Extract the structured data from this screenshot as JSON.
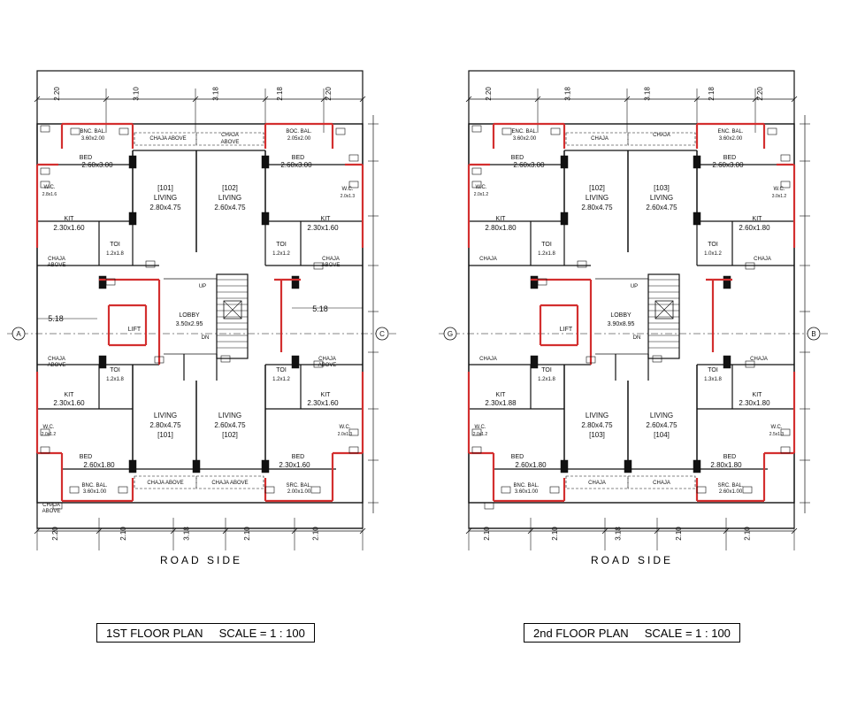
{
  "colors": {
    "wall": "#111111",
    "highlight": "#d32f2f",
    "paper": "#ffffff",
    "grid": "#555555"
  },
  "plans": [
    {
      "id": "first",
      "label": "1ST FLOOR PLAN     SCALE = 1 : 100",
      "road": "ROAD SIDE",
      "top_dims": [
        "2.20",
        "3.10",
        "3.18",
        "2.18",
        "2.20"
      ],
      "bottom_dims": [
        "2.20",
        "2.10",
        "3.18",
        "2.10",
        "2.10"
      ],
      "center_dim": "5.18",
      "grid_left": "A",
      "grid_right": "C",
      "rooms": {
        "bal_tl": "BNC. BAL.",
        "bal_tl_size": "3.60x2.00",
        "chaja_t1": "CHAJA ABOVE",
        "chaja_t2": "CHAJA",
        "chaja_t2b": "ABOVE",
        "bal_tr": "BOC. BAL.",
        "bal_tr_size": "2.05x2.00",
        "bed_tl": "BED",
        "bed_tl_size": "2.60x3.00",
        "bed_tr": "BED",
        "bed_tr_size": "2.60x3.00",
        "wc_tl": "W.C.",
        "wc_tl_size": "2.8x1.6",
        "wc_tr": "W.C.",
        "wc_tr_size": "2.0x1.3",
        "unit_tl": "[101]",
        "living_tl": "LIVING",
        "living_tl_size": "2.80x4.75",
        "unit_tr": "[102]",
        "living_tr": "LIVING",
        "living_tr_size": "2.60x4.75",
        "kit_tl": "KIT",
        "kit_tl_size": "2.30x1.60",
        "kit_tr": "KIT",
        "kit_tr_size": "2.30x1.60",
        "toi_tl": "TOI",
        "toi_tl_size": "1.2x1.8",
        "toi_tr": "TOI",
        "toi_tr_size": "1.2x1.2",
        "chaja_ml1": "CHAJA",
        "chaja_ml2": "ABOVE",
        "chaja_mr1": "CHAJA",
        "chaja_mr2": "ABOVE",
        "lobby": "LOBBY",
        "lobby_size": "3.50x2.95",
        "lift": "LIFT",
        "up": "UP",
        "dn": "DN",
        "chaja_bl1": "CHAJA",
        "chaja_bl2": "ABOVE",
        "chaja_br1": "CHAJA",
        "chaja_br2": "ABOVE",
        "toi_bl": "TOI",
        "toi_bl_size": "1.2x1.8",
        "toi_br": "TOI",
        "toi_br_size": "1.2x1.2",
        "kit_bl": "KIT",
        "kit_bl_size": "2.30x1.60",
        "kit_br": "KIT",
        "kit_br_size": "2.30x1.60",
        "living_bl": "LIVING",
        "living_bl_size": "2.80x4.75",
        "unit_bl": "[101]",
        "living_br": "LIVING",
        "living_br_size": "2.60x4.75",
        "unit_br": "[102]",
        "wc_bl": "W.C.",
        "wc_bl_size": "2.0x1.2",
        "wc_br": "W.C.",
        "wc_br_size": "2.0x1.3",
        "bed_bl": "BED",
        "bed_bl_size": "2.60x1.80",
        "bed_br": "BED",
        "bed_br_size": "2.30x1.60",
        "bal_bl": "BNC. BAL.",
        "bal_bl_size": "3.60x1.00",
        "chaja_b1": "CHAJA ABOVE",
        "chaja_b2": "CHAJA ABOVE",
        "bal_br": "SRC. BAL.",
        "bal_br_size": "2.00x1.00",
        "chaja_bll1": "CHAJA",
        "chaja_bll2": "ABOVE"
      }
    },
    {
      "id": "second",
      "label": "2nd FLOOR PLAN     SCALE = 1 : 100",
      "road": "ROAD SIDE",
      "top_dims": [
        "2.20",
        "3.18",
        "3.18",
        "2.18",
        "2.20"
      ],
      "bottom_dims": [
        "2.10",
        "2.10",
        "3.18",
        "2.10",
        "2.10"
      ],
      "center_dim": "",
      "grid_left": "G",
      "grid_right": "B",
      "rooms": {
        "bal_tl": "ENC. BAL.",
        "bal_tl_size": "3.60x2.00",
        "chaja_t1": "CHAJA",
        "chaja_t2": "CHAJA",
        "chaja_t2b": "",
        "bal_tr": "ENC. BAL.",
        "bal_tr_size": "3.60x2.00",
        "bed_tl": "BED",
        "bed_tl_size": "2.60x3.00",
        "bed_tr": "BED",
        "bed_tr_size": "2.60x3.00",
        "wc_tl": "W.C.",
        "wc_tl_size": "2.0x1.2",
        "wc_tr": "W.C.",
        "wc_tr_size": "3.0x1.2",
        "unit_tl": "[102]",
        "living_tl": "LIVING",
        "living_tl_size": "2.80x4.75",
        "unit_tr": "[103]",
        "living_tr": "LIVING",
        "living_tr_size": "2.60x4.75",
        "kit_tl": "KIT",
        "kit_tl_size": "2.80x1.80",
        "kit_tr": "KIT",
        "kit_tr_size": "2.60x1.80",
        "toi_tl": "TOI",
        "toi_tl_size": "1.2x1.8",
        "toi_tr": "TOI",
        "toi_tr_size": "1.0x1.2",
        "chaja_ml1": "CHAJA",
        "chaja_ml2": "",
        "chaja_mr1": "CHAJA",
        "chaja_mr2": "",
        "lobby": "LOBBY",
        "lobby_size": "3.90x8.95",
        "lift": "LIFT",
        "up": "UP",
        "dn": "DN",
        "chaja_bl1": "CHAJA",
        "chaja_bl2": "",
        "chaja_br1": "CHAJA",
        "chaja_br2": "",
        "toi_bl": "TOI",
        "toi_bl_size": "1.2x1.8",
        "toi_br": "TOI",
        "toi_br_size": "1.3x1.8",
        "kit_bl": "KIT",
        "kit_bl_size": "2.30x1.88",
        "kit_br": "KIT",
        "kit_br_size": "2.30x1.80",
        "living_bl": "LIVING",
        "living_bl_size": "2.80x4.75",
        "unit_bl": "[103]",
        "living_br": "LIVING",
        "living_br_size": "2.60x4.75",
        "unit_br": "[104]",
        "wc_bl": "W.C.",
        "wc_bl_size": "2.0x1.2",
        "wc_br": "W.C.",
        "wc_br_size": "2.5x1.3",
        "bed_bl": "BED",
        "bed_bl_size": "2.60x1.80",
        "bed_br": "BED",
        "bed_br_size": "2.80x1.80",
        "bal_bl": "BNC. BAL.",
        "bal_bl_size": "3.60x1.00",
        "chaja_b1": "CHAJA",
        "chaja_b2": "CHAJA",
        "bal_br": "SRC. BAL.",
        "bal_br_size": "2.60x1.00",
        "chaja_bll1": "",
        "chaja_bll2": ""
      }
    }
  ]
}
